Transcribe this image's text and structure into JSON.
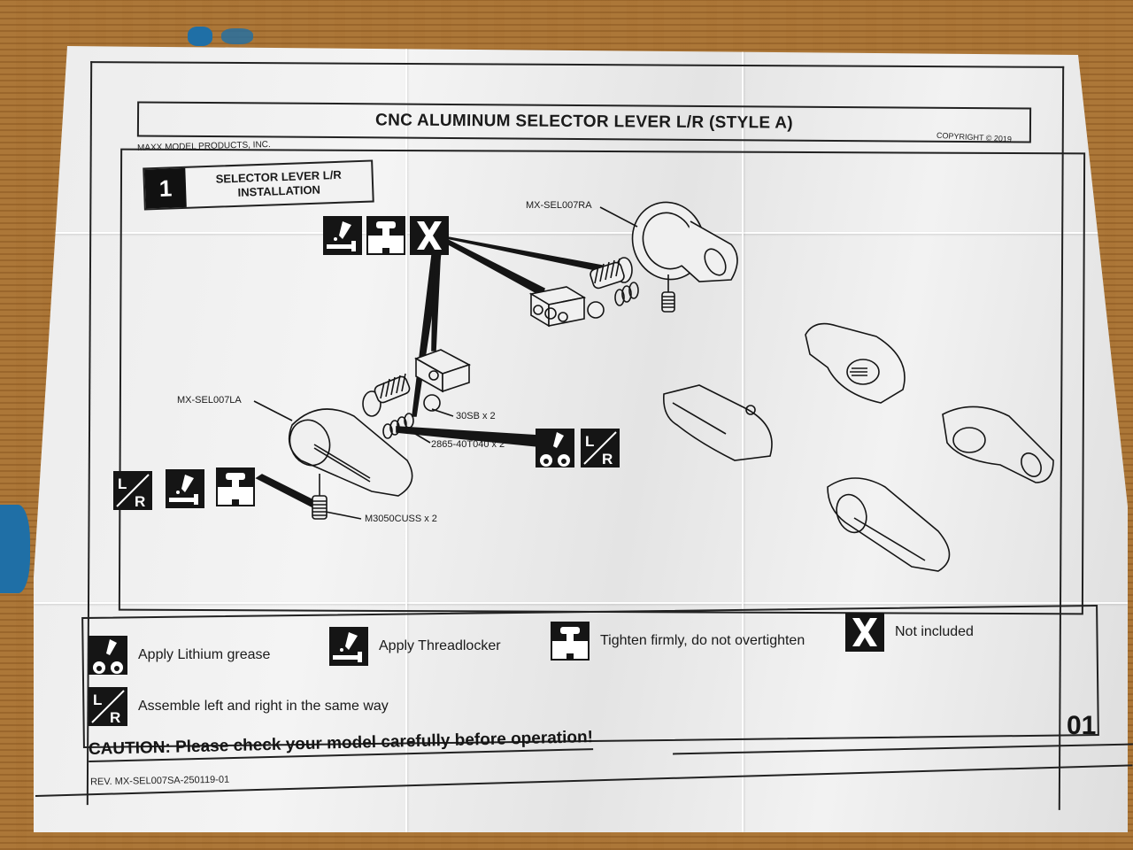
{
  "document": {
    "title": "CNC ALUMINUM SELECTOR LEVER L/R (STYLE A)",
    "company": "MAXX MODEL PRODUCTS, INC.",
    "copyright": "COPYRIGHT © 2019",
    "page_number": "01",
    "caution": "CAUTION: Please check your model carefully before operation!",
    "revision": "REV. MX-SEL007SA-250119-01"
  },
  "step": {
    "number": "1",
    "title_line1": "SELECTOR LEVER L/R",
    "title_line2": "INSTALLATION"
  },
  "parts": {
    "right_lever": "MX-SEL007RA",
    "left_lever": "MX-SEL007LA",
    "ball": "30SB x 2",
    "spring": "2865-40T040 x 2",
    "set_screw": "M3050CUSS x 2"
  },
  "icons": {
    "threadlocker": "threadlocker-icon",
    "tighten": "tighten-icon",
    "not_included": "not-included-icon",
    "grease": "lithium-grease-icon",
    "left_right": "left-right-icon"
  },
  "legend": {
    "grease": "Apply Lithium grease",
    "threadlocker": "Apply Threadlocker",
    "tighten": "Tighten firmly, do not overtighten",
    "not_included": "Not included",
    "left_right": "Assemble left and right in the same way"
  },
  "colors": {
    "ink": "#151515",
    "paper": "#ececec",
    "table": "#b07a3a"
  }
}
